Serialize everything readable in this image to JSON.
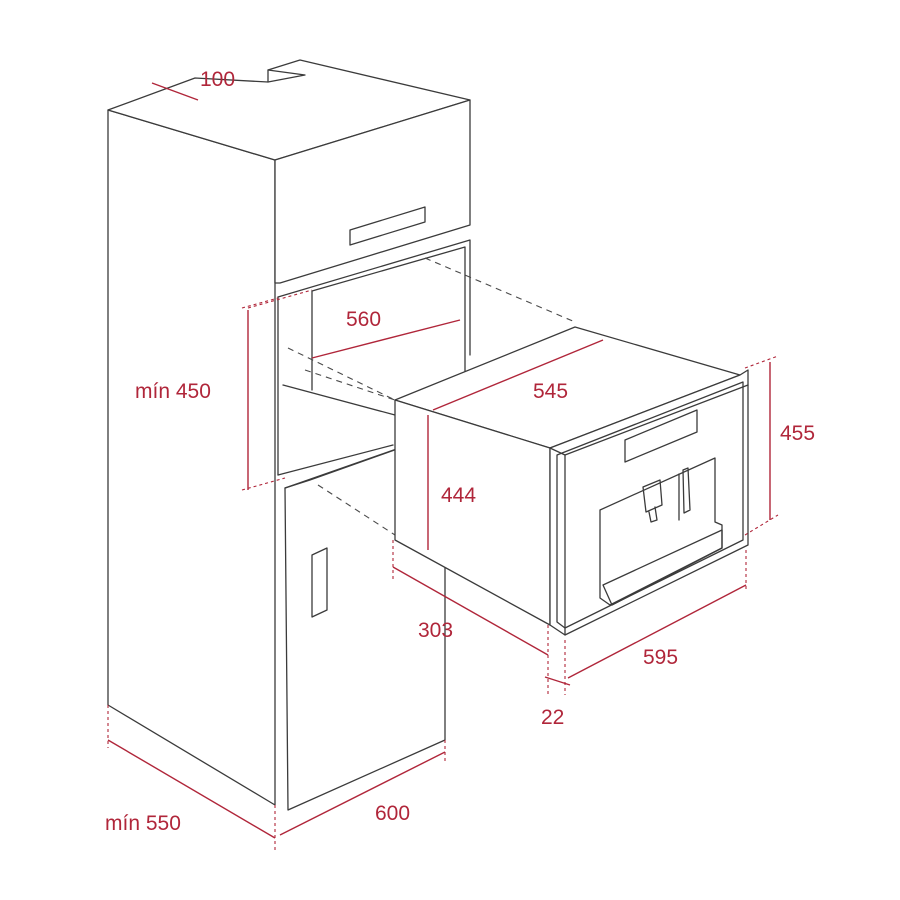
{
  "colors": {
    "dimension": "#b0263a",
    "outline": "#3b3b3b",
    "background": "#ffffff"
  },
  "dimensions": {
    "top_depth": "100",
    "niche_width": "560",
    "niche_height": "mín 450",
    "cabinet_depth": "mín 550",
    "cabinet_width": "600",
    "appliance_depth": "545",
    "appliance_body_height": "444",
    "appliance_front_height": "455",
    "appliance_side_depth": "303",
    "appliance_front_width": "595",
    "front_thickness": "22"
  }
}
